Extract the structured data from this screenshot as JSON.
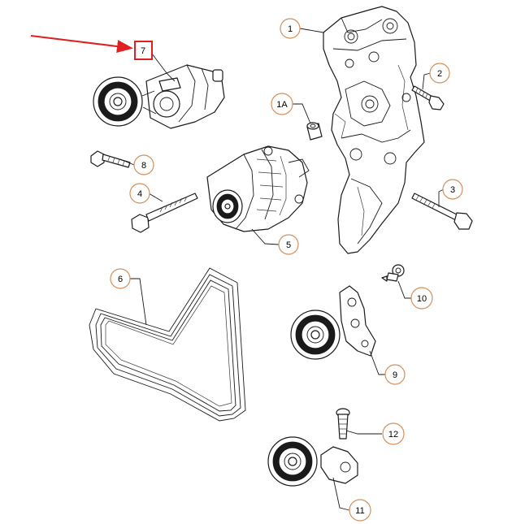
{
  "colors": {
    "callout_ring": "#d4905c",
    "highlight": "#e02020",
    "line": "#1a1a1a",
    "background": "#ffffff"
  },
  "callouts": [
    {
      "id": "c1",
      "label": "1"
    },
    {
      "id": "c1a",
      "label": "1A"
    },
    {
      "id": "c2",
      "label": "2"
    },
    {
      "id": "c3",
      "label": "3"
    },
    {
      "id": "c4",
      "label": "4"
    },
    {
      "id": "c5",
      "label": "5"
    },
    {
      "id": "c6",
      "label": "6"
    },
    {
      "id": "c7",
      "label": "7"
    },
    {
      "id": "c8",
      "label": "8"
    },
    {
      "id": "c9",
      "label": "9"
    },
    {
      "id": "c10",
      "label": "10"
    },
    {
      "id": "c11",
      "label": "11"
    },
    {
      "id": "c12",
      "label": "12"
    }
  ],
  "highlighted_callout": "7",
  "icons": [
    "highlight-arrow-icon"
  ]
}
